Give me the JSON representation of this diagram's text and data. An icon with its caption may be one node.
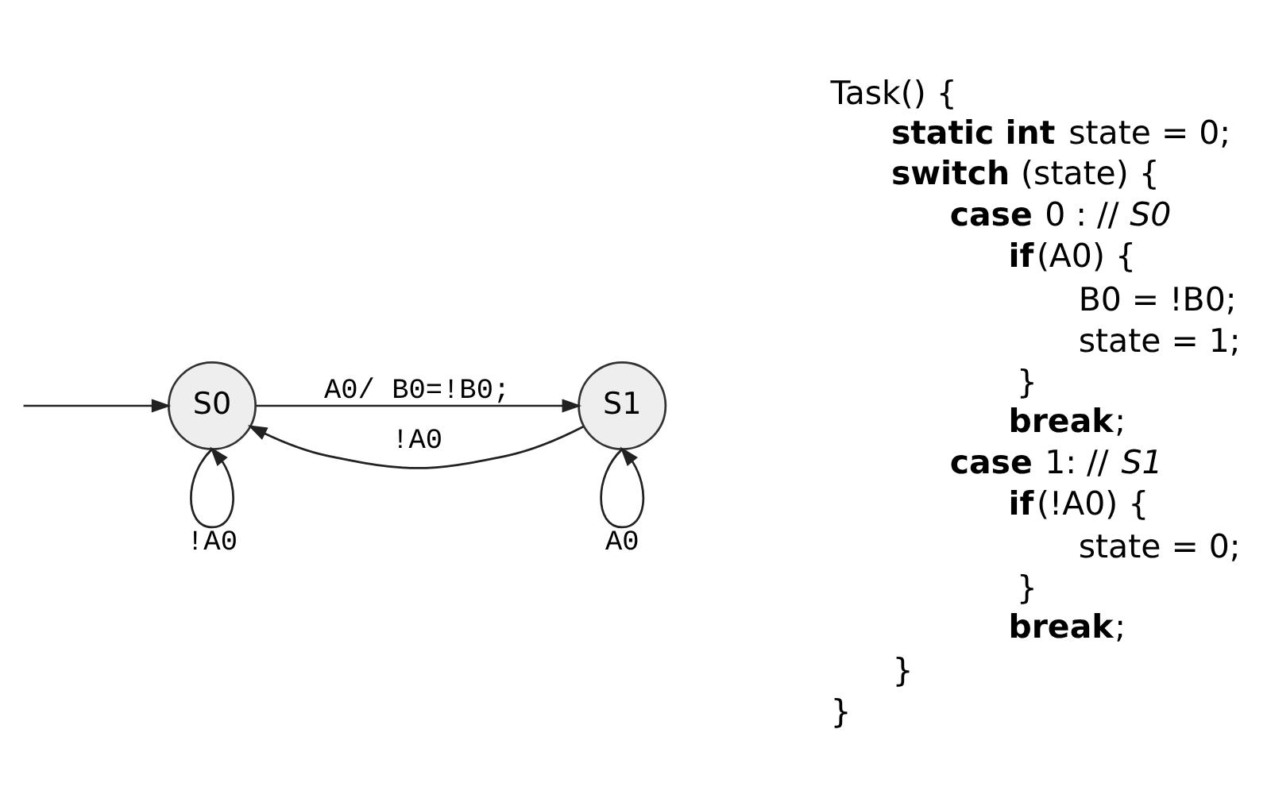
{
  "diagram": {
    "nodes": [
      {
        "text": [
          "S0"
        ]
      },
      {
        "text": [
          "S1"
        ]
      }
    ],
    "edges": [
      {
        "from": null,
        "to": 0,
        "arrow": "to"
      },
      {
        "from": 0,
        "to": 1,
        "arrow": "to",
        "label": "A0/ B0=!B0;"
      },
      {
        "from": 1,
        "to": 0,
        "arrow": "to",
        "label": "!A0"
      },
      {
        "from": 0,
        "to": 0,
        "arrow": "to",
        "label": "!A0"
      },
      {
        "from": 1,
        "to": 1,
        "arrow": "to",
        "label": "A0"
      }
    ],
    "labels": [
      "Task() {",
      "**static int** state = 0;",
      "**switch** (state) {",
      "**case** 0 : // *S0*",
      "**if**(A0) {",
      "B0 = !B0;",
      "state = 1;",
      "}",
      "**break**;",
      "**case** 1: // *S1*",
      "**if**(!A0) {",
      "state = 0;",
      "}",
      "**break**;",
      "}",
      "}"
    ]
  }
}
